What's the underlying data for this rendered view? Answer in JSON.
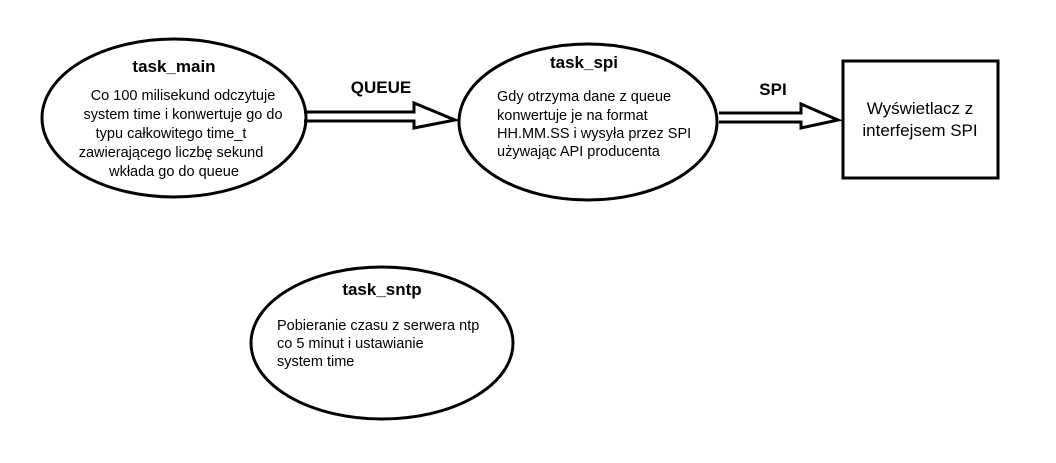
{
  "nodes": {
    "task_main": {
      "title": "task_main",
      "lines": [
        "Co 100 milisekund odczytuje",
        "system time i konwertuje go do",
        "typu całkowitego time_t",
        "zawierającego liczbę sekund",
        "wkłada go do queue"
      ]
    },
    "task_spi": {
      "title": "task_spi",
      "lines": [
        "Gdy otrzyma dane z queue",
        "konwertuje je na format",
        "HH.MM.SS i wysyła przez SPI",
        "używając API producenta"
      ]
    },
    "display": {
      "lines": [
        "Wyświetlacz z",
        "interfejsem SPI"
      ]
    },
    "task_sntp": {
      "title": "task_sntp",
      "lines": [
        "Pobieranie czasu z serwera ntp",
        "co 5 minut i ustawianie",
        "system time"
      ]
    }
  },
  "edges": {
    "queue": {
      "label": "QUEUE"
    },
    "spi": {
      "label": "SPI"
    }
  }
}
